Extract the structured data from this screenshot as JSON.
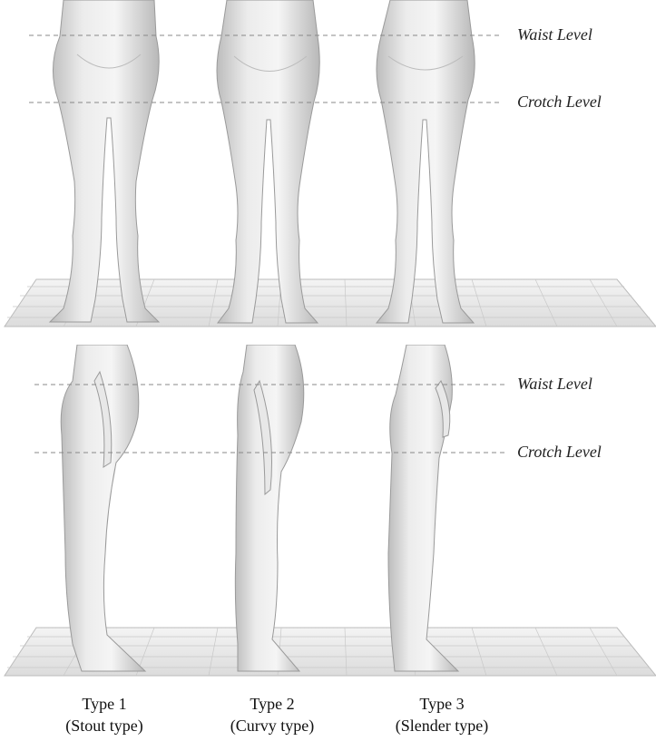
{
  "levels": {
    "waist": "Waist Level",
    "crotch": "Crotch Level"
  },
  "types": [
    {
      "name": "Type 1",
      "desc": "(Stout type)"
    },
    {
      "name": "Type 2",
      "desc": "(Curvy type)"
    },
    {
      "name": "Type 3",
      "desc": "(Slender type)"
    }
  ]
}
